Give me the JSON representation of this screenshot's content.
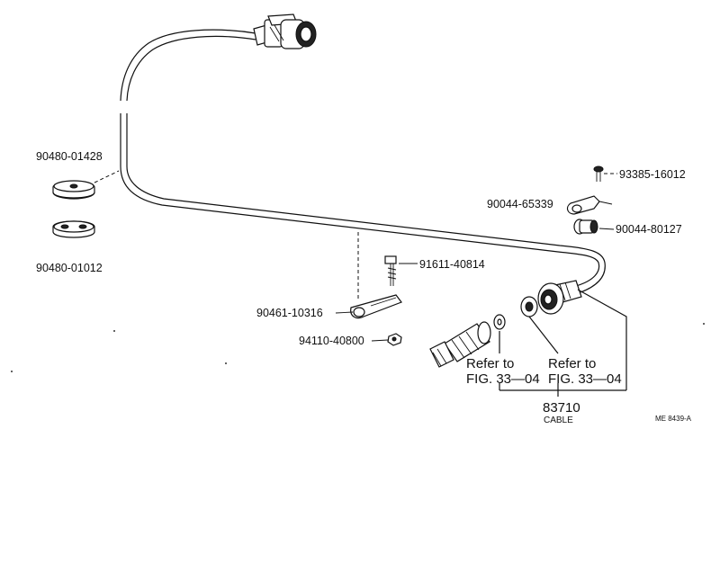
{
  "labels": {
    "p_90480_01428": "90480-01428",
    "p_90480_01012": "90480-01012",
    "p_93385_16012": "93385-16012",
    "p_90044_65339": "90044-65339",
    "p_90044_80127": "90044-80127",
    "p_91611_40814": "91611-40814",
    "p_90461_10316": "90461-10316",
    "p_94110_40800": "94110-40800",
    "refer_left_line1": "Refer to",
    "refer_left_line2": "FIG. 33—04",
    "refer_right_line1": "Refer to",
    "refer_right_line2": "FIG. 33—04",
    "cable_number": "83710",
    "cable_name": "CABLE",
    "figure_code": "ME 8439-A"
  }
}
